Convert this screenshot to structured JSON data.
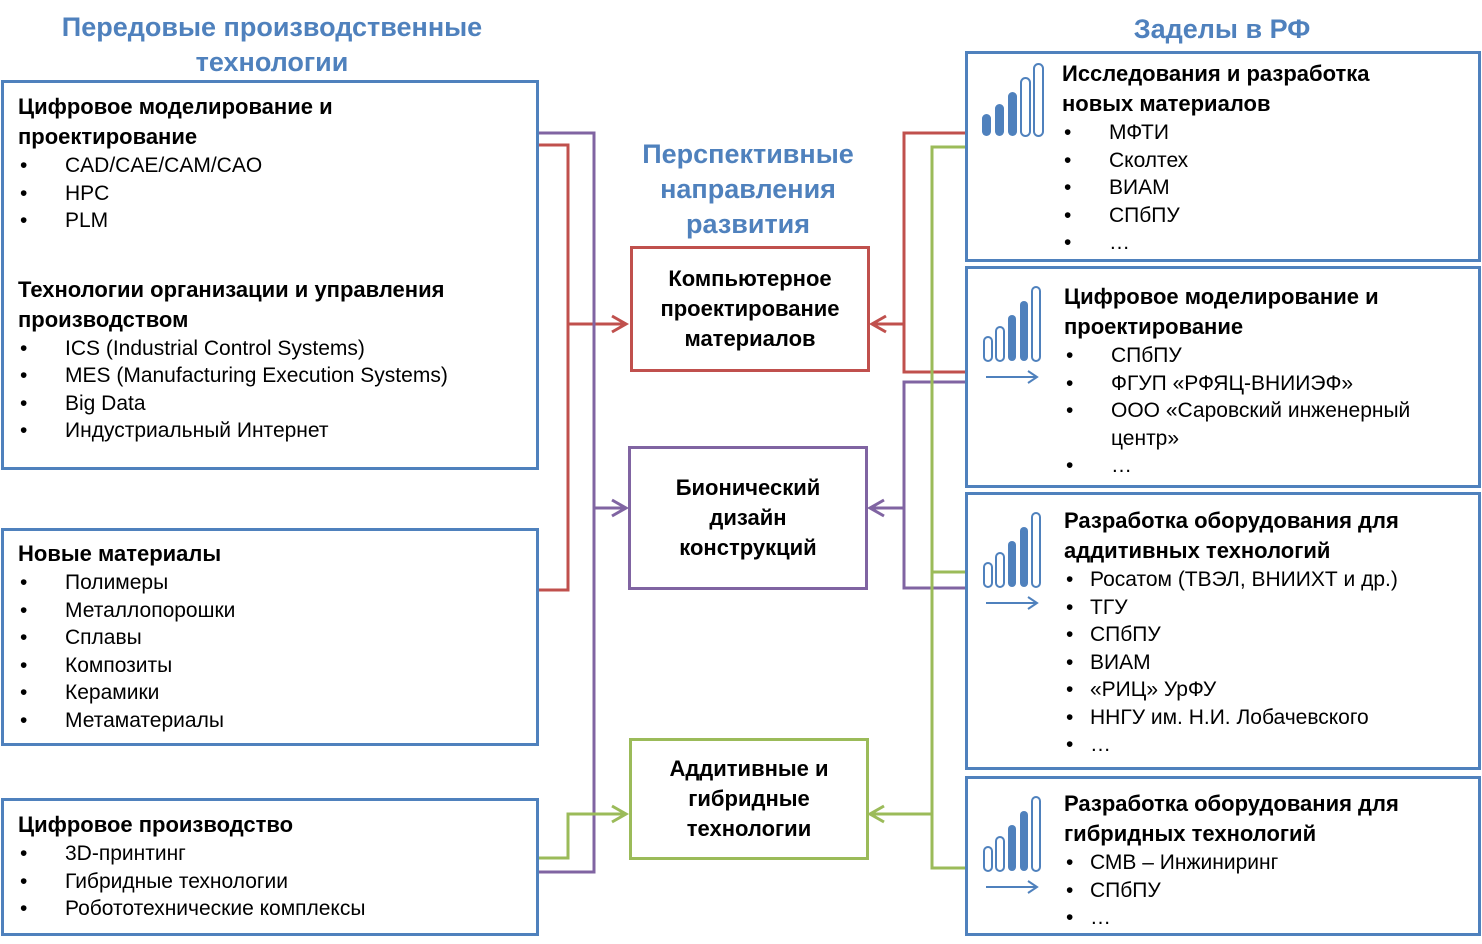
{
  "headings": {
    "left": [
      "Передовые производственные",
      "технологии"
    ],
    "center": [
      "Перспективные",
      "направления",
      "развития"
    ],
    "right": "Заделы в РФ"
  },
  "left_boxes": [
    {
      "sections": [
        {
          "title": [
            "Цифровое моделирование и",
            "проектирование"
          ],
          "items": [
            "CAD/CAE/CAM/CAO",
            "HPC",
            "PLM"
          ]
        },
        {
          "title": [
            "Технологии организации и управления",
            "производством"
          ],
          "items": [
            "ICS (Industrial Control Systems)",
            "MES (Manufacturing Execution Systems)",
            "Big Data",
            "Индустриальный Интернет"
          ]
        }
      ]
    },
    {
      "sections": [
        {
          "title": [
            "Новые материалы"
          ],
          "items": [
            "Полимеры",
            "Металлопорошки",
            "Сплавы",
            "Композиты",
            "Керамики",
            "Метаматериалы"
          ]
        }
      ]
    },
    {
      "sections": [
        {
          "title": [
            "Цифровое производство"
          ],
          "items": [
            "3D-принтинг",
            "Гибридные технологии",
            "Робототехнические комплексы"
          ]
        }
      ]
    }
  ],
  "center_boxes": [
    {
      "lines": [
        "Компьютерное",
        "проектирование",
        "материалов"
      ],
      "color": "#c0504d"
    },
    {
      "lines": [
        "Бионический",
        "дизайн",
        "конструкций"
      ],
      "color": "#8064a2"
    },
    {
      "lines": [
        "Аддитивные и",
        "гибридные",
        "технологии"
      ],
      "color": "#9bbb59"
    }
  ],
  "right_boxes": [
    {
      "icon": "signal-bars-icon",
      "title": [
        "Исследования и разработка",
        "новых материалов"
      ],
      "items": [
        "МФТИ",
        "Сколтех",
        "ВИАМ",
        "СПбПУ",
        "…"
      ]
    },
    {
      "icon": "signal-bars-arrow-icon",
      "title": [
        "Цифровое моделирование и",
        "проектирование"
      ],
      "items": [
        "СПбПУ",
        "ФГУП «РФЯЦ-ВНИИЭФ»",
        "ООО «Саровский инженерный центр»",
        "…"
      ]
    },
    {
      "icon": "signal-bars-arrow-icon",
      "title": [
        "Разработка оборудования для",
        "аддитивных технологий"
      ],
      "items": [
        "Росатом (ТВЭЛ, ВНИИХТ и др.)",
        "ТГУ",
        "СПбПУ",
        "ВИАМ",
        "«РИЦ» УрФУ",
        "ННГУ им. Н.И. Лобачевского",
        "…"
      ]
    },
    {
      "icon": "signal-bars-arrow-icon",
      "title": [
        "Разработка оборудования для",
        "гибридных технологий"
      ],
      "items": [
        "СМВ – Инжиниринг",
        "СПбПУ",
        "…"
      ]
    }
  ],
  "colors": {
    "heading": "#4f81bd",
    "box_border": "#4f81bd",
    "red": "#c0504d",
    "purple": "#8064a2",
    "green": "#9bbb59"
  }
}
